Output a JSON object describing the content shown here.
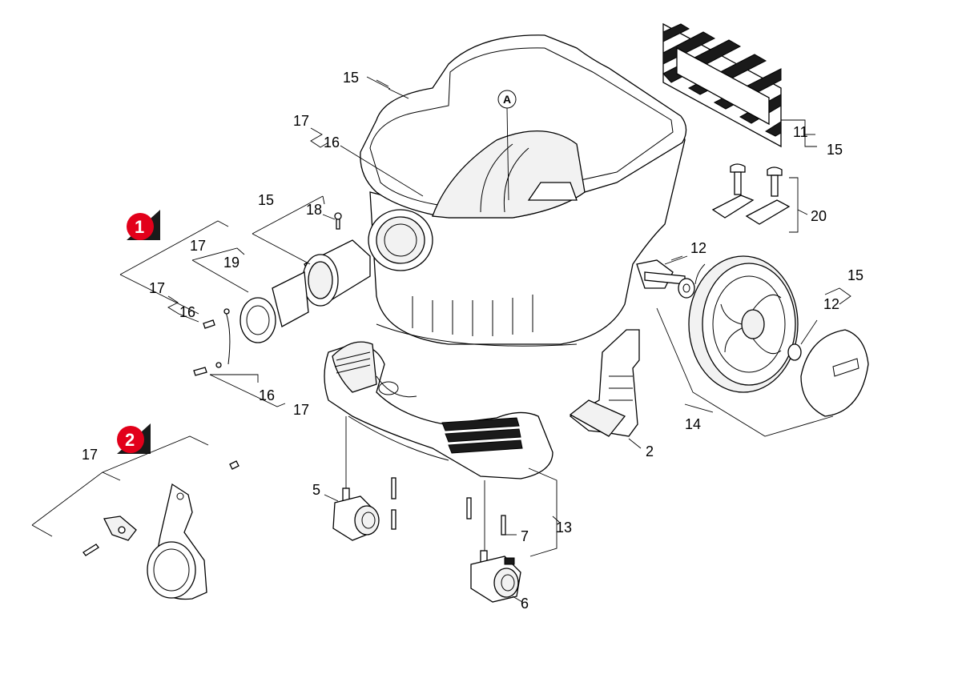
{
  "badges": {
    "one": "1",
    "two": "2"
  },
  "callout_letter": "A",
  "labels": {
    "l15_top": "15",
    "l17_a": "17",
    "l16_a": "16",
    "l15_mid": "15",
    "l18": "18",
    "l17_b": "17",
    "l19": "19",
    "l17_c": "17",
    "l16_b": "16",
    "l16_c": "16",
    "l17_d": "17",
    "l17_e": "17",
    "l11": "11",
    "l15_right": "15",
    "l20": "20",
    "l12_a": "12",
    "l15_r2": "15",
    "l12_b": "12",
    "l14": "14",
    "l2": "2",
    "l5": "5",
    "l13": "13",
    "l7": "7",
    "l6": "6"
  },
  "colors": {
    "badge": "#e2001a",
    "badge_shadow": "#1a1a1a",
    "stripe": "#000000"
  }
}
